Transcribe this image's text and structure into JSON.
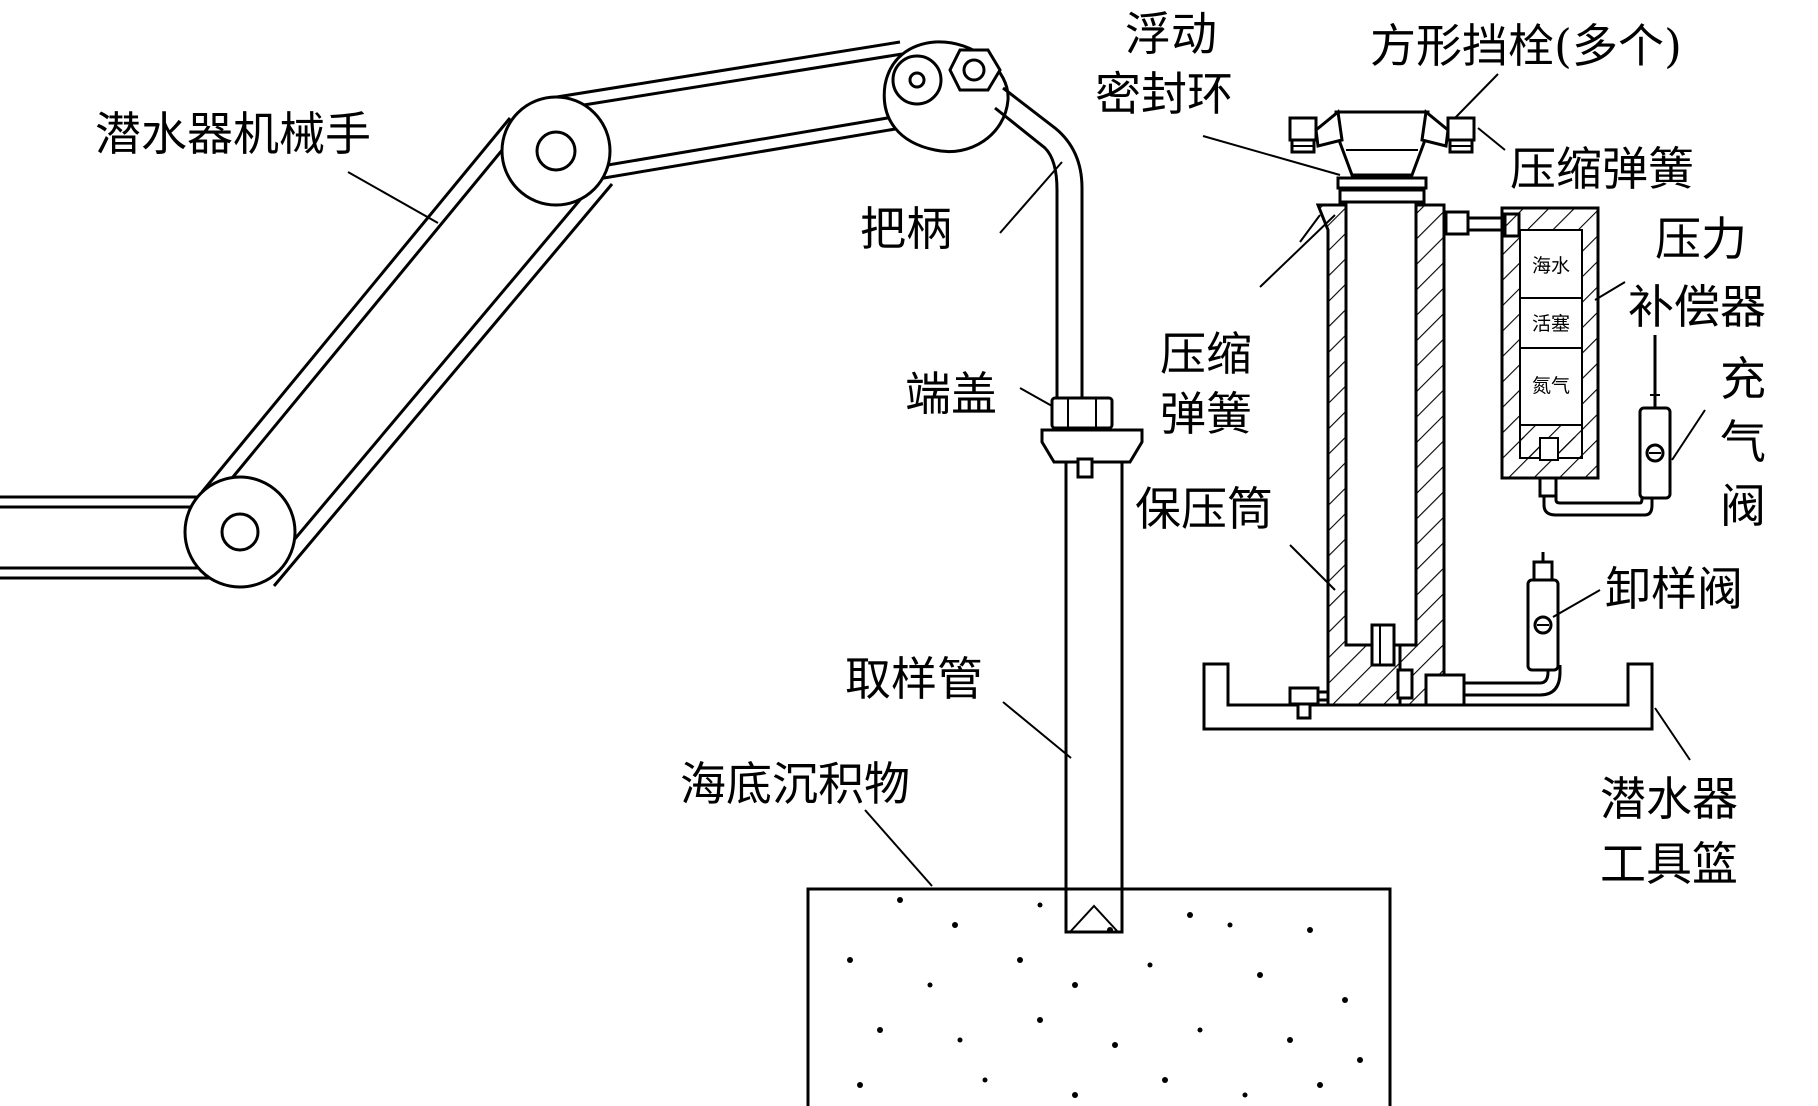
{
  "labels": {
    "manipulator": "潜水器机械手",
    "handle": "把柄",
    "end_cap": "端盖",
    "sampling_tube": "取样管",
    "sediment": "海底沉积物",
    "floating_seal_1": "浮动",
    "floating_seal_2": "密封环",
    "square_stopper": "方形挡栓(多个)",
    "spring_top": "压缩弹簧",
    "spring_left_1": "压缩",
    "spring_left_2": "弹簧",
    "compensator_1": "压力",
    "compensator_2": "补偿器",
    "charge_valve_1": "充",
    "charge_valve_2": "气",
    "charge_valve_3": "阀",
    "pressure_cylinder": "保压筒",
    "unload_valve": "卸样阀",
    "tool_basket_1": "潜水器",
    "tool_basket_2": "工具篮"
  },
  "compensator_parts": {
    "seawater": "海水",
    "piston": "活塞",
    "nitrogen": "氮气"
  }
}
